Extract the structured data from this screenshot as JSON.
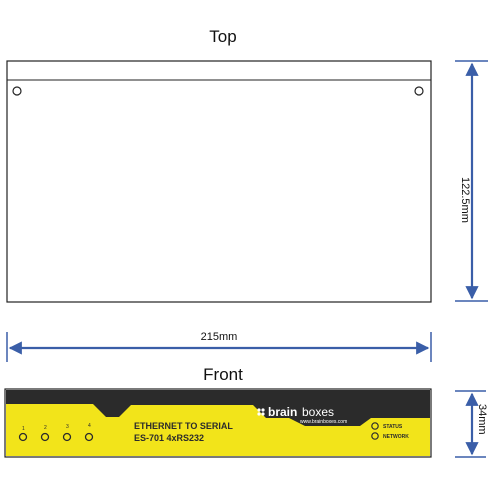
{
  "labels": {
    "top_view": "Top",
    "front_view": "Front",
    "width": "215mm",
    "height": "122.5mm",
    "depth": "34mm"
  },
  "device": {
    "title_line1": "ETHERNET TO SERIAL",
    "title_line2": "ES-701  4xRS232",
    "brand_prefix": "brain",
    "brand_suffix": "boxes",
    "website": "www.brainboxes.com",
    "status_label": "STATUS",
    "network_label": "NETWORK",
    "port_numbers": [
      "1",
      "2",
      "3",
      "4"
    ]
  },
  "colors": {
    "dimension_arrow": "#3a5ea8",
    "panel_yellow": "#f2e41a",
    "panel_dark": "#2b2b2b"
  }
}
